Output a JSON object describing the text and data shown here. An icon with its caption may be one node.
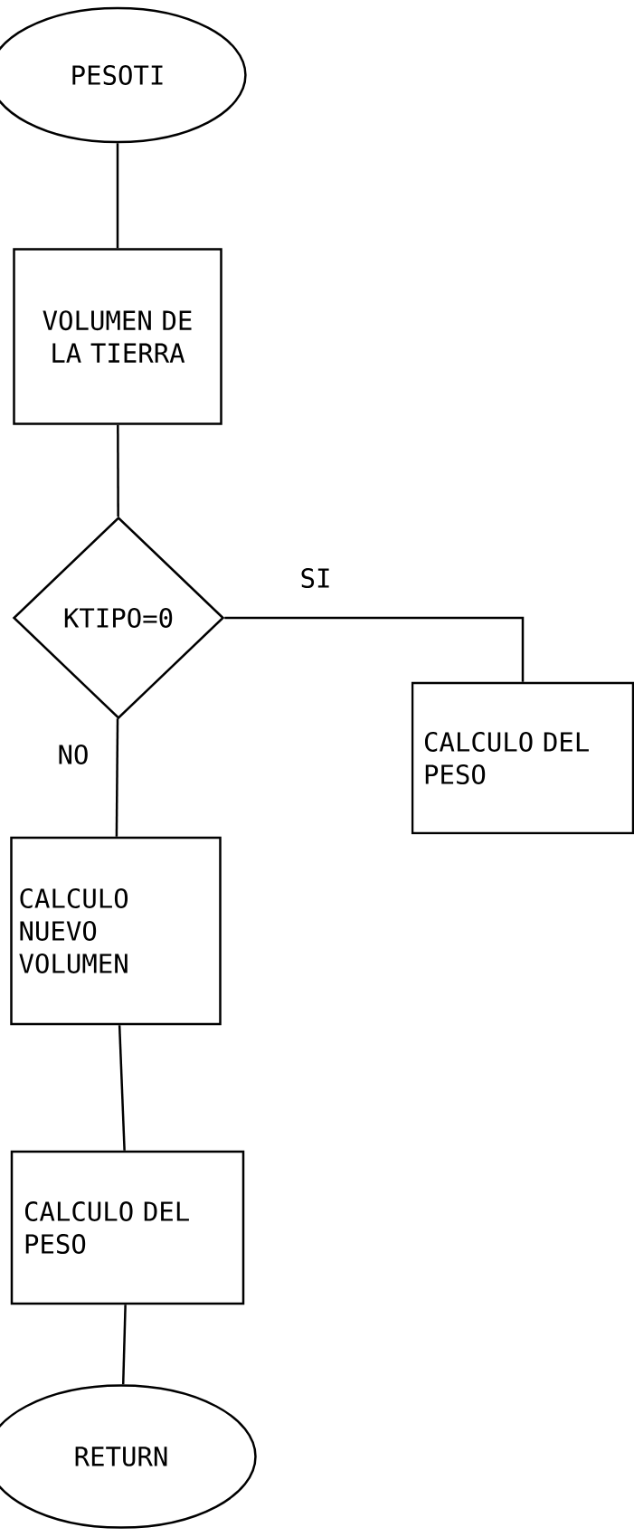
{
  "diagram": {
    "nodes": [
      {
        "text": [
          "PESOTI"
        ]
      },
      {
        "text": [
          "VOLUMEN DE LA TIERRA"
        ]
      },
      {
        "text": [
          "KTIPO=0"
        ]
      },
      {
        "text": [
          "CALCULO DEL PESO"
        ]
      },
      {
        "text": [
          "CALCULO NUEVO VOLUMEN"
        ]
      },
      {
        "text": [
          "CALCULO DEL PESO"
        ]
      },
      {
        "text": [
          "RETURN"
        ]
      }
    ],
    "edges": [
      {
        "from": 0,
        "to": 1,
        "arrow": "none"
      },
      {
        "from": 1,
        "to": 2,
        "arrow": "none"
      },
      {
        "from": 2,
        "to": 3,
        "arrow": "none",
        "label": "SI"
      },
      {
        "from": 2,
        "to": 4,
        "arrow": "none",
        "label": "NO"
      },
      {
        "from": 4,
        "to": 5,
        "arrow": "none"
      },
      {
        "from": 5,
        "to": 6,
        "arrow": "none"
      }
    ]
  }
}
